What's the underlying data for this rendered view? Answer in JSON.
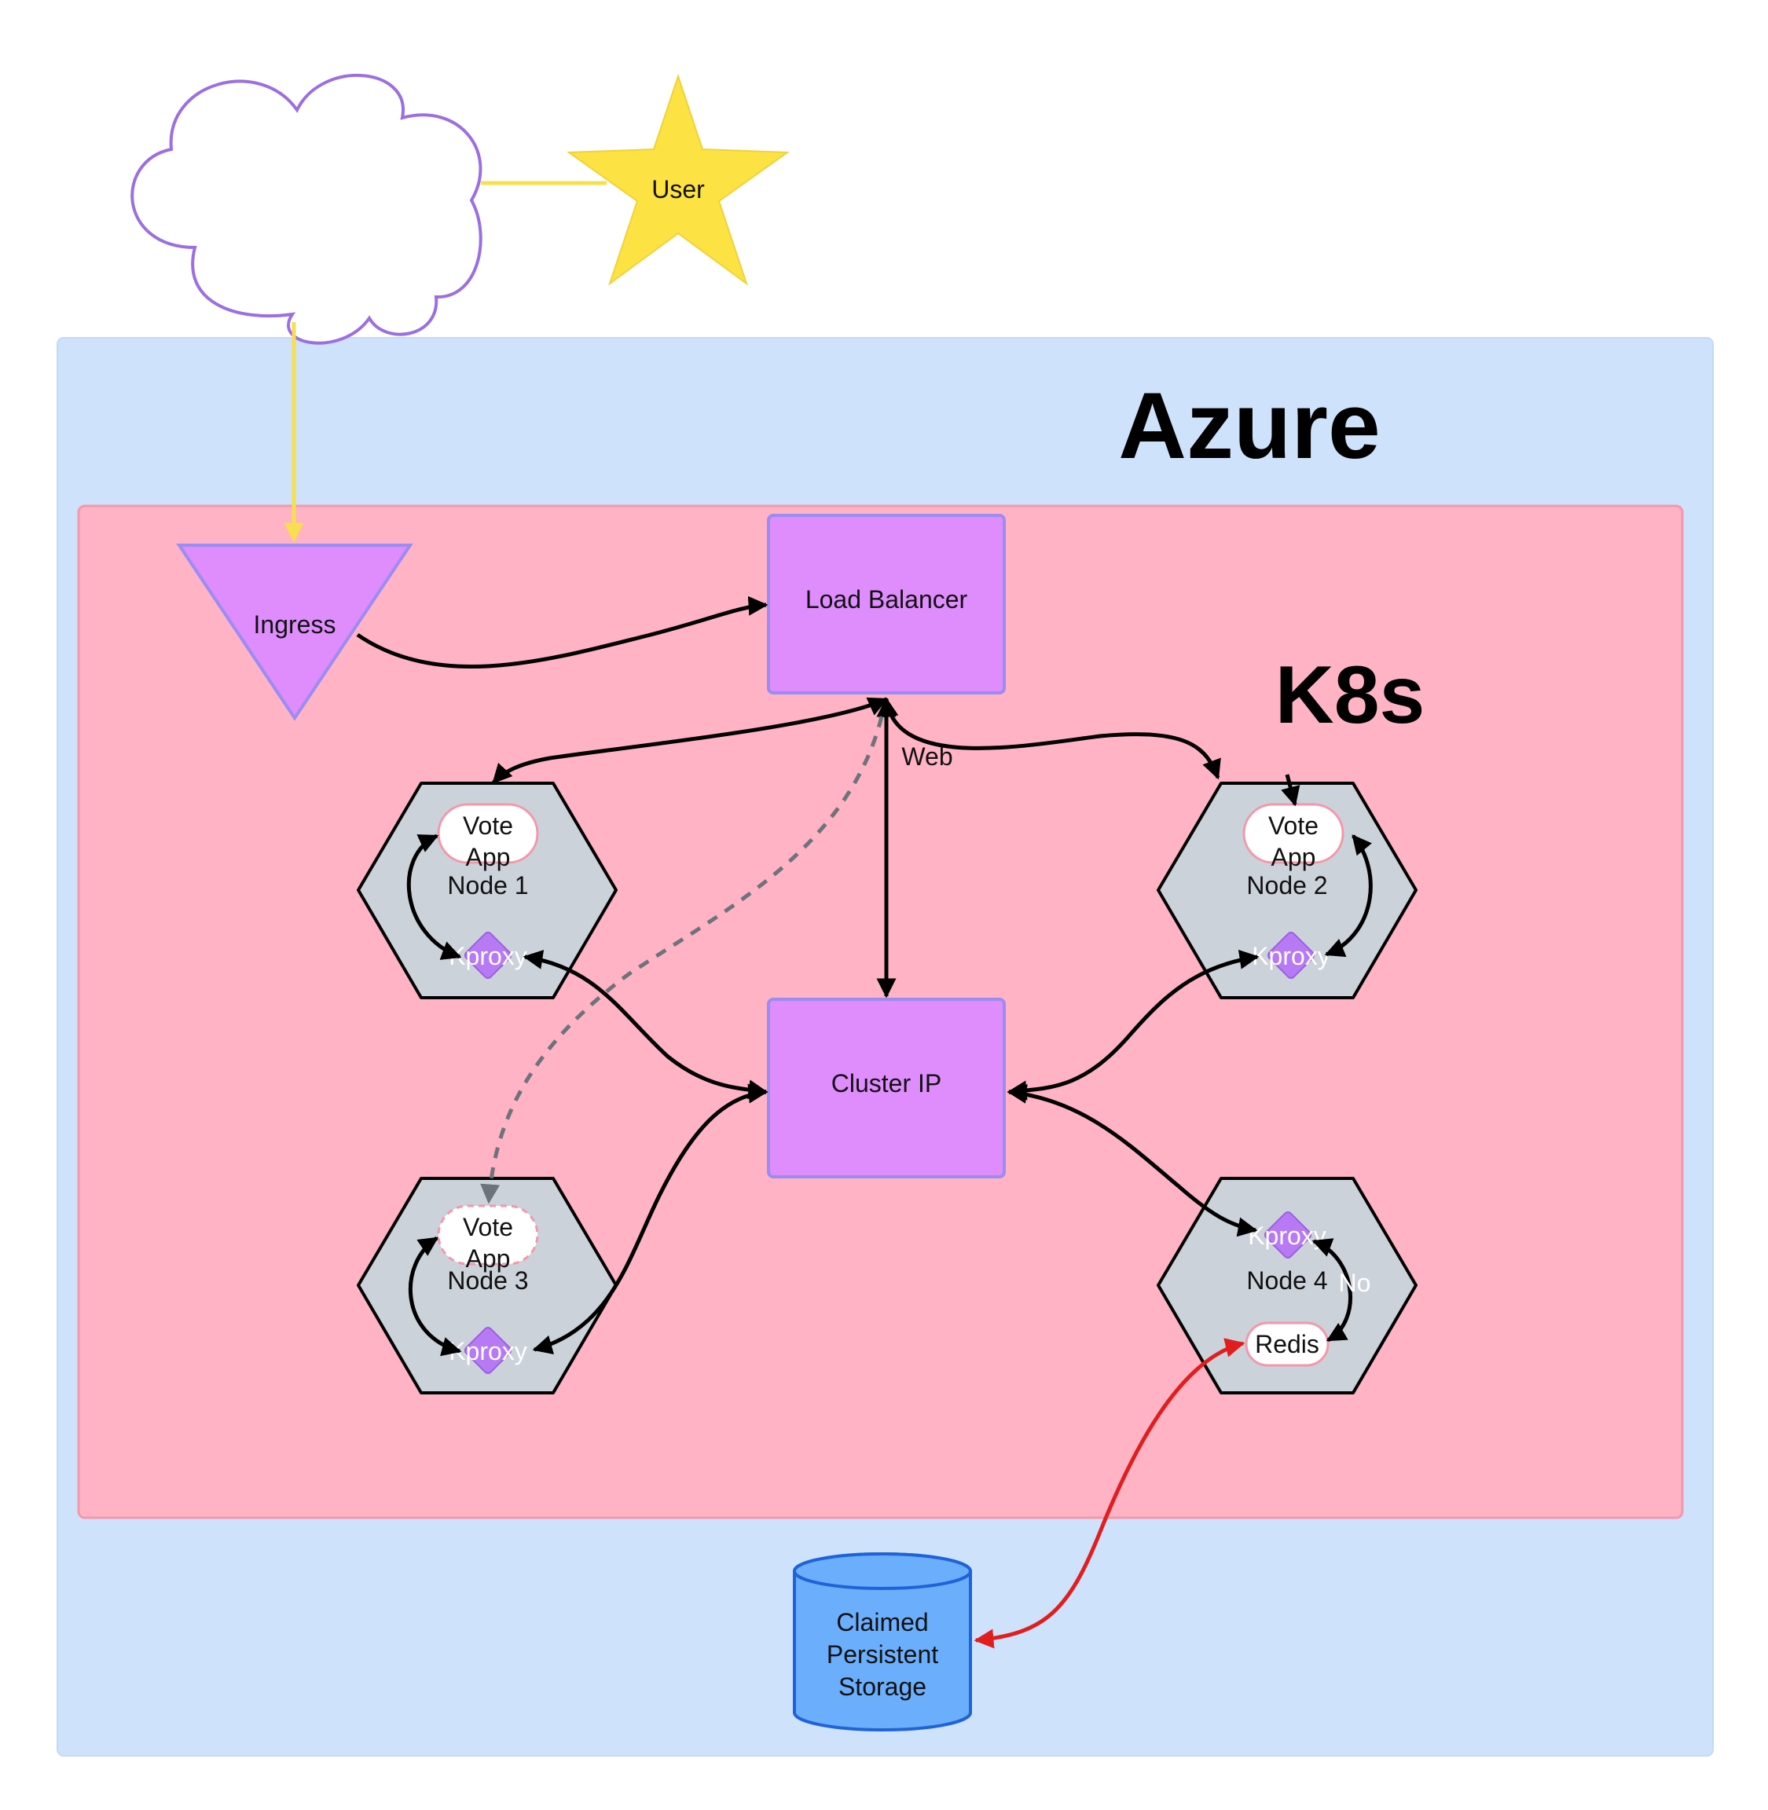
{
  "user": {
    "label": "User"
  },
  "azure": {
    "label": "Azure"
  },
  "k8s": {
    "label": "K8s"
  },
  "ingress": {
    "label": "Ingress"
  },
  "load_balancer": {
    "label": "Load Balancer"
  },
  "cluster_ip": {
    "label": "Cluster IP"
  },
  "edge_labels": {
    "web": "Web",
    "no": "No"
  },
  "nodes": [
    {
      "label": "Node 1",
      "app_line1": "Vote",
      "app_line2": "App",
      "proxy": "Kproxy"
    },
    {
      "label": "Node 2",
      "app_line1": "Vote",
      "app_line2": "App",
      "proxy": "Kproxy"
    },
    {
      "label": "Node 3",
      "app_line1": "Vote",
      "app_line2": "App",
      "proxy": "Kproxy"
    },
    {
      "label": "Node 4",
      "app_line1": "Redis",
      "proxy": "Kproxy"
    }
  ],
  "storage": {
    "line1": "Claimed",
    "line2": "Persistent",
    "line3": "Storage"
  },
  "colors": {
    "azure_fill": "#cfe2fb",
    "k8s_fill": "#ffb3c4",
    "k8s_stroke": "#f497ab",
    "service_fill": "#df8cfd",
    "service_stroke": "#9b8cf2",
    "node_fill": "#ccd2da",
    "proxy_fill": "#b87af4",
    "star_fill": "#fde243",
    "cloud_stroke": "#9b6fe0",
    "storage_fill": "#6aaefc",
    "storage_stroke": "#1f63d8",
    "link_yellow": "#f7df4f",
    "link_red": "#e01e1e",
    "link_dashed": "#6e737a"
  }
}
